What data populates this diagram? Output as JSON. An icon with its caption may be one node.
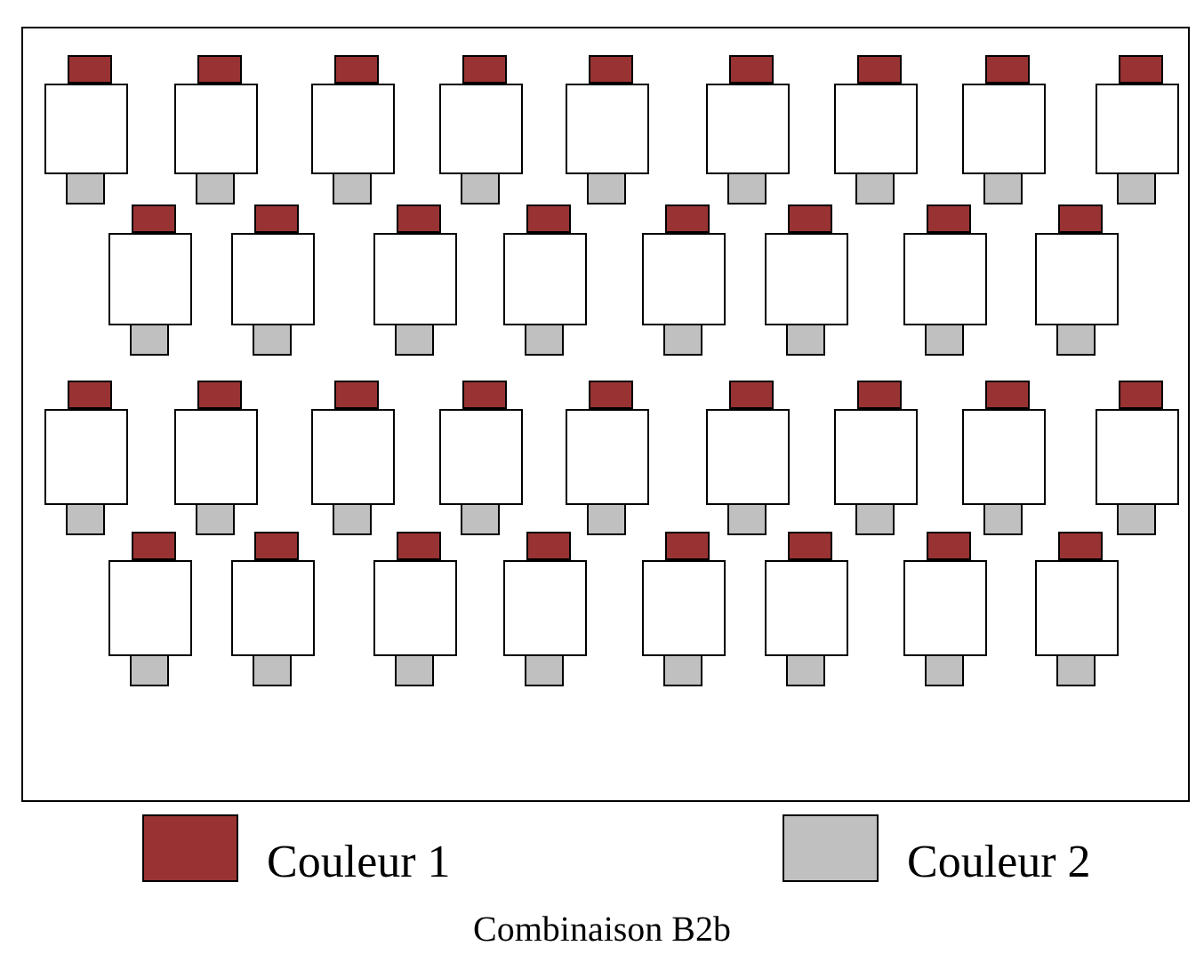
{
  "diagram": {
    "caption": "Combinaison B2b",
    "legend": [
      {
        "text": "Couleur 1",
        "color": "#993333"
      },
      {
        "text": "Couleur 2",
        "color": "#c0c0c0"
      }
    ]
  }
}
